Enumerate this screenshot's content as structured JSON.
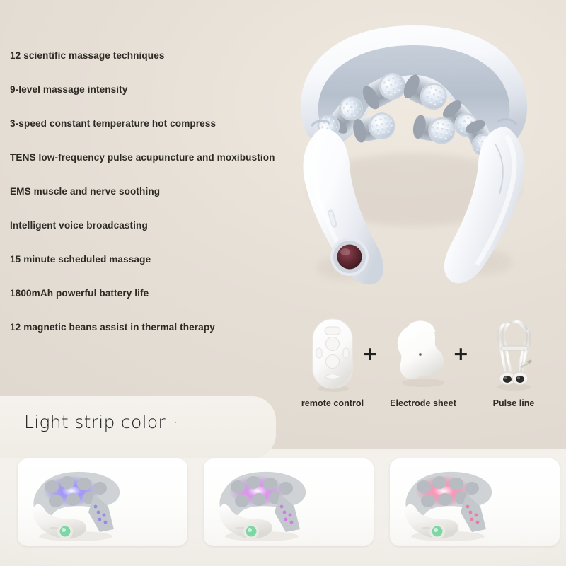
{
  "background": {
    "top_color": "#e3ddd5",
    "panel_color": "#f3f0ea"
  },
  "features": {
    "items": [
      "12 scientific massage techniques",
      "9-level massage intensity",
      "3-speed constant temperature hot compress",
      "TENS low-frequency pulse acupuncture and moxibustion",
      "EMS muscle and nerve soothing",
      "Intelligent voice broadcasting",
      "15 minute scheduled massage",
      "1800mAh powerful battery life",
      "12 magnetic beans assist in thermal therapy"
    ]
  },
  "hero": {
    "name": "neck-massager",
    "body_color": "#f2f4f7",
    "node_color": "#b9c0c8",
    "node_count": 8,
    "power_button_color": "#5d2730"
  },
  "accessories": {
    "separator": "+",
    "items": [
      {
        "label": "remote control",
        "icon": "remote-control-icon"
      },
      {
        "label": "Electrode sheet",
        "icon": "electrode-sheet-icon"
      },
      {
        "label": "Pulse line",
        "icon": "pulse-line-icon"
      }
    ]
  },
  "light_strip": {
    "title": "Light strip color",
    "dot": "·",
    "swatches": [
      {
        "name": "blue",
        "color": "#7b6cf0",
        "glow": "#9a8cff"
      },
      {
        "name": "purple",
        "color": "#c35ed8",
        "glow": "#dd8cf0"
      },
      {
        "name": "pink",
        "color": "#ef5b8e",
        "glow": "#ff8fb4"
      }
    ],
    "indicator_color": "#7ed6a5"
  }
}
